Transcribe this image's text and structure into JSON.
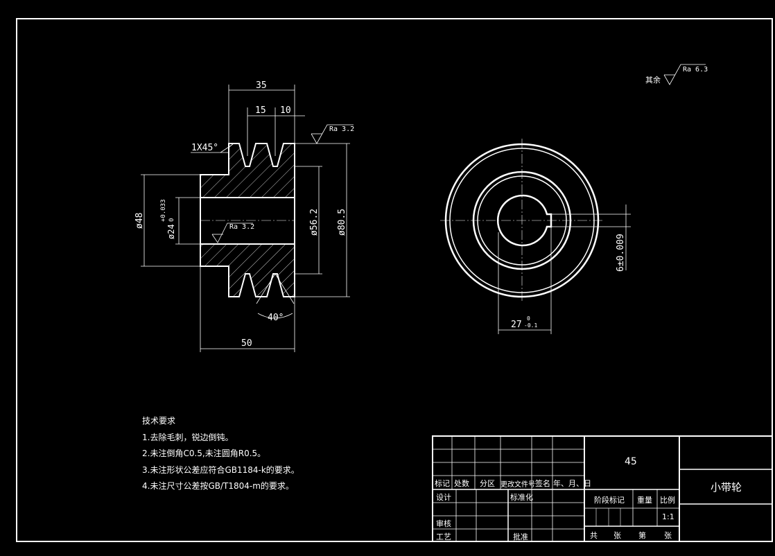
{
  "drawing": {
    "part_name": "小带轮",
    "material": "45",
    "general_roughness": {
      "label": "其余",
      "value": "Ra 6.3"
    },
    "front_view": {
      "dim_total_width": "35",
      "dim_pitch": "15",
      "dim_half_pitch": "10",
      "chamfer": "1X45°",
      "roughness_outer": "Ra 3.2",
      "roughness_bore": "Ra 3.2",
      "dia_hub": "ø48",
      "dia_bore": "ø24",
      "bore_tol_upper": "+0.033",
      "bore_tol_lower": "0",
      "dia_root": "ø56.2",
      "dia_outer": "ø80.5",
      "groove_angle": "40°",
      "dim_overall_length": "50"
    },
    "side_view": {
      "keyway_depth": "27",
      "keyway_depth_tol_upper": "0",
      "keyway_depth_tol_lower": "-0.1",
      "keyway_width": "6±0.009"
    }
  },
  "tech_requirements": {
    "title": "技术要求",
    "items": [
      "1.去除毛刺，锐边倒钝。",
      "2.未注倒角C0.5,未注圆角R0.5。",
      "3.未注形状公差应符合GB1184-k的要求。",
      "4.未注尺寸公差按GB/T1804-m的要求。"
    ]
  },
  "title_block": {
    "headers": [
      "标记",
      "处数",
      "分区",
      "更改文件号",
      "签名",
      "年、月、日"
    ],
    "design": "设计",
    "standardize": "标准化",
    "check": "审核",
    "process": "工艺",
    "approve": "批准",
    "stage_mark": "阶段标记",
    "weight": "重量",
    "scale_label": "比例",
    "scale_value": "1:1",
    "total": "共",
    "sheets1": "张",
    "page": "第",
    "sheets2": "张"
  }
}
